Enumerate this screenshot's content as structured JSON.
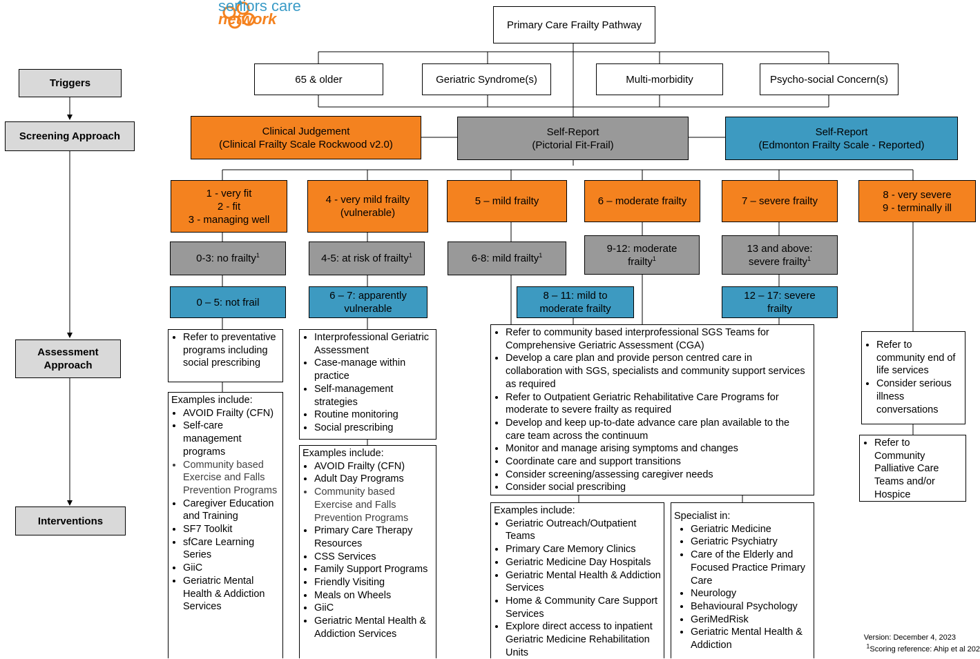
{
  "logo": {
    "line1": "seniors care",
    "line2": "network"
  },
  "title": "Primary Care Frailty Pathway",
  "side": {
    "triggers": "Triggers",
    "screening": "Screening Approach",
    "assessment": "Assessment Approach",
    "interventions": "Interventions"
  },
  "triggers": [
    "65 & older",
    "Geriatric Syndrome(s)",
    "Multi-morbidity",
    "Psycho-social Concern(s)"
  ],
  "screening": [
    {
      "line1": "Clinical Judgement",
      "line2": "(Clinical Frailty Scale Rockwood v2.0)"
    },
    {
      "line1": "Self-Report",
      "line2": "(Pictorial Fit-Frail)"
    },
    {
      "line1": "Self-Report",
      "line2": "(Edmonton Frailty Scale - Reported)"
    }
  ],
  "cfs": [
    {
      "l1": "1 - very fit",
      "l2": "2 - fit",
      "l3": "3 - managing well"
    },
    {
      "l1": "4 - very mild frailty",
      "l2": "(vulnerable)"
    },
    {
      "l1": "5 – mild frailty"
    },
    {
      "l1": "6 – moderate frailty"
    },
    {
      "l1": "7 – severe frailty"
    },
    {
      "l1": "8 - very severe",
      "l2": "9 - terminally ill"
    }
  ],
  "fitfrail": [
    {
      "l1": "0-3: no frailty",
      "sup": "1"
    },
    {
      "l1": "4-5: at risk of frailty",
      "sup": "1"
    },
    {
      "l1": "6-8: mild frailty",
      "sup": "1"
    },
    {
      "l1": "9-12: moderate",
      "l2": "frailty",
      "sup": "1"
    },
    {
      "l1": "13 and above:",
      "l2": "severe frailty",
      "sup": "1"
    }
  ],
  "edmonton": [
    {
      "l1": "0 – 5: not frail"
    },
    {
      "l1": "6 – 7: apparently",
      "l2": "vulnerable"
    },
    {
      "l1": "8 – 11: mild to",
      "l2": "moderate frailty"
    },
    {
      "l1": "12 – 17: severe",
      "l2": "frailty"
    }
  ],
  "assess1": [
    "Refer to preventative programs including social prescribing"
  ],
  "assess2": [
    "Interprofessional Geriatric Assessment",
    "Case-manage within practice",
    "Self-management strategies",
    "Routine monitoring",
    "Social prescribing"
  ],
  "assess3": [
    "Refer to community based interprofessional SGS Teams for Comprehensive Geriatric Assessment (CGA)",
    "Develop a care plan and provide person centred care in collaboration with SGS, specialists and community support services as required",
    "Refer to Outpatient Geriatric Rehabilitative Care Programs for moderate to severe frailty as required",
    "Develop and keep up-to-date advance care plan available to the care team across the continuum",
    "Monitor and manage arising symptoms and changes",
    "Coordinate care and support transitions",
    "Consider screening/assessing caregiver needs",
    "Consider social prescribing"
  ],
  "assess4": [
    "Refer to community end of life services",
    "Consider serious illness conversations"
  ],
  "interv1": {
    "heading": "Examples include:",
    "items": [
      "AVOID Frailty (CFN)",
      "Self-care management programs",
      "Community based Exercise and Falls Prevention Programs",
      "Caregiver Education and Training",
      "SF7 Toolkit",
      "sfCare Learning Series",
      "GiiC",
      "Geriatric Mental Health & Addiction Services"
    ]
  },
  "interv2": {
    "heading": "Examples include:",
    "items": [
      "AVOID Frailty (CFN)",
      "Adult Day Programs",
      "Community based Exercise and Falls Prevention Programs",
      "Primary Care Therapy Resources",
      "CSS Services",
      "Family Support Programs",
      "Friendly Visiting",
      "Meals on Wheels",
      "GiiC",
      "Geriatric Mental Health & Addiction Services"
    ]
  },
  "interv3": {
    "heading": "Examples include:",
    "items": [
      "Geriatric Outreach/Outpatient Teams",
      "Primary Care Memory Clinics",
      "Geriatric Medicine Day Hospitals",
      "Geriatric Mental Health & Addiction Services",
      "Home & Community Care Support Services",
      "Explore direct access to inpatient Geriatric Medicine Rehabilitation Units"
    ]
  },
  "interv4": {
    "heading": "Specialist in:",
    "items": [
      "Geriatric Medicine",
      "Geriatric Psychiatry",
      "Care of the Elderly and Focused Practice Primary Care",
      "Neurology",
      "Behavioural Psychology",
      "GeriMedRisk",
      "Geriatric Mental Health & Addiction"
    ]
  },
  "interv5": [
    "Refer to Community Palliative Care Teams and/or Hospice"
  ],
  "footer": {
    "version": "Version: December 4, 2023",
    "ref_sup": "1",
    "ref": "Scoring reference: Ahip et al 202"
  }
}
